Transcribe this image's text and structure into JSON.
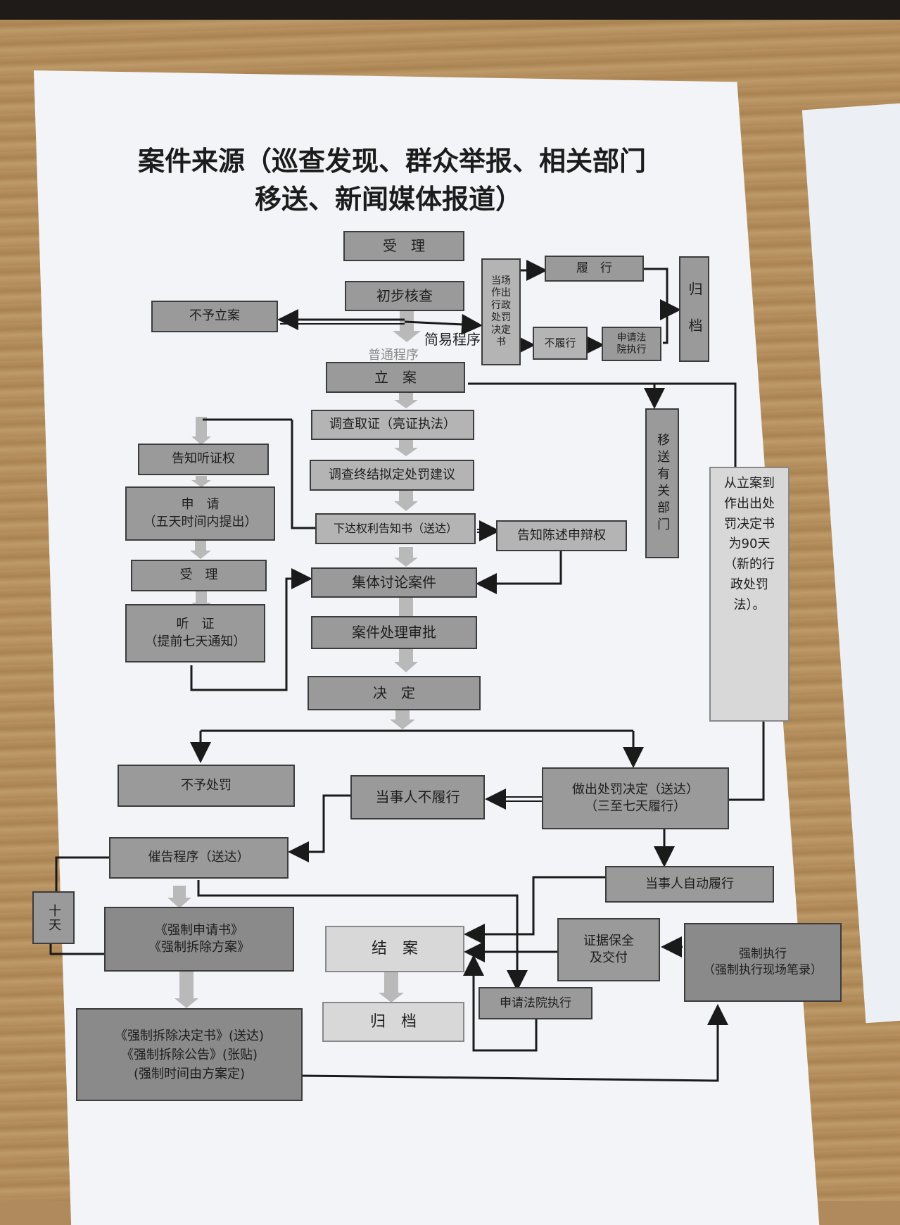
{
  "title": {
    "line1": "案件来源（巡查发现、群众举报、相关部门",
    "line2": "移送、新闻媒体报道）"
  },
  "main": {
    "accept": "受　理",
    "preliminary": "初步核查",
    "no_case": "不予立案",
    "simple_label": "简易程序",
    "normal_label": "普通程序",
    "file_case": "立　案",
    "investigate": "调查取证（亮证执法）",
    "conclude": "调查终结拟定处罚建议",
    "rights_notice": "下达权利告知书（送达）",
    "statement_right": "告知陈述申辩权",
    "discussion": "集体讨论案件",
    "approval": "案件处理审批",
    "decision": "决　定",
    "no_penalty": "不予处罚",
    "penalty": {
      "line1": "做出处罚决定（送达）",
      "line2": "（三至七天履行）"
    },
    "not_comply": "当事人不履行",
    "self_comply": "当事人自动履行",
    "urge": "催告程序（送达）",
    "ten_days": "十天",
    "enforce_app": {
      "line1": "《强制申请书》",
      "line2": "《强制拆除方案》"
    },
    "demolish": {
      "line1": "《强制拆除决定书》(送达)",
      "line2": "《强制拆除公告》(张贴)",
      "line3": "(强制时间由方案定)"
    },
    "close_case": "结　案",
    "archive_bottom": "归　档",
    "court_exec_bottom": "申请法院执行",
    "evidence": {
      "line1": "证据保全",
      "line2": "及交付"
    },
    "forced_exec": {
      "line1": "强制执行",
      "line2": "（强制执行现场笔录）"
    }
  },
  "simple": {
    "onsite_decision": "当场作出行政处罚决定书",
    "comply": "履　行",
    "not_comply": "不履行",
    "court_exec": {
      "line1": "申请法",
      "line2": "院执行"
    },
    "archive": "归　档"
  },
  "transfer": "移送有关部门",
  "deadline_note": "从立案到作出出处罚决定书为90天（新的行政处罚法）。",
  "hearing": {
    "notice": "告知听证权",
    "apply": {
      "line1": "申　请",
      "line2": "（五天时间内提出）"
    },
    "accept": "受　理",
    "hearing": {
      "line1": "听　证",
      "line2": "（提前七天通知）"
    }
  }
}
